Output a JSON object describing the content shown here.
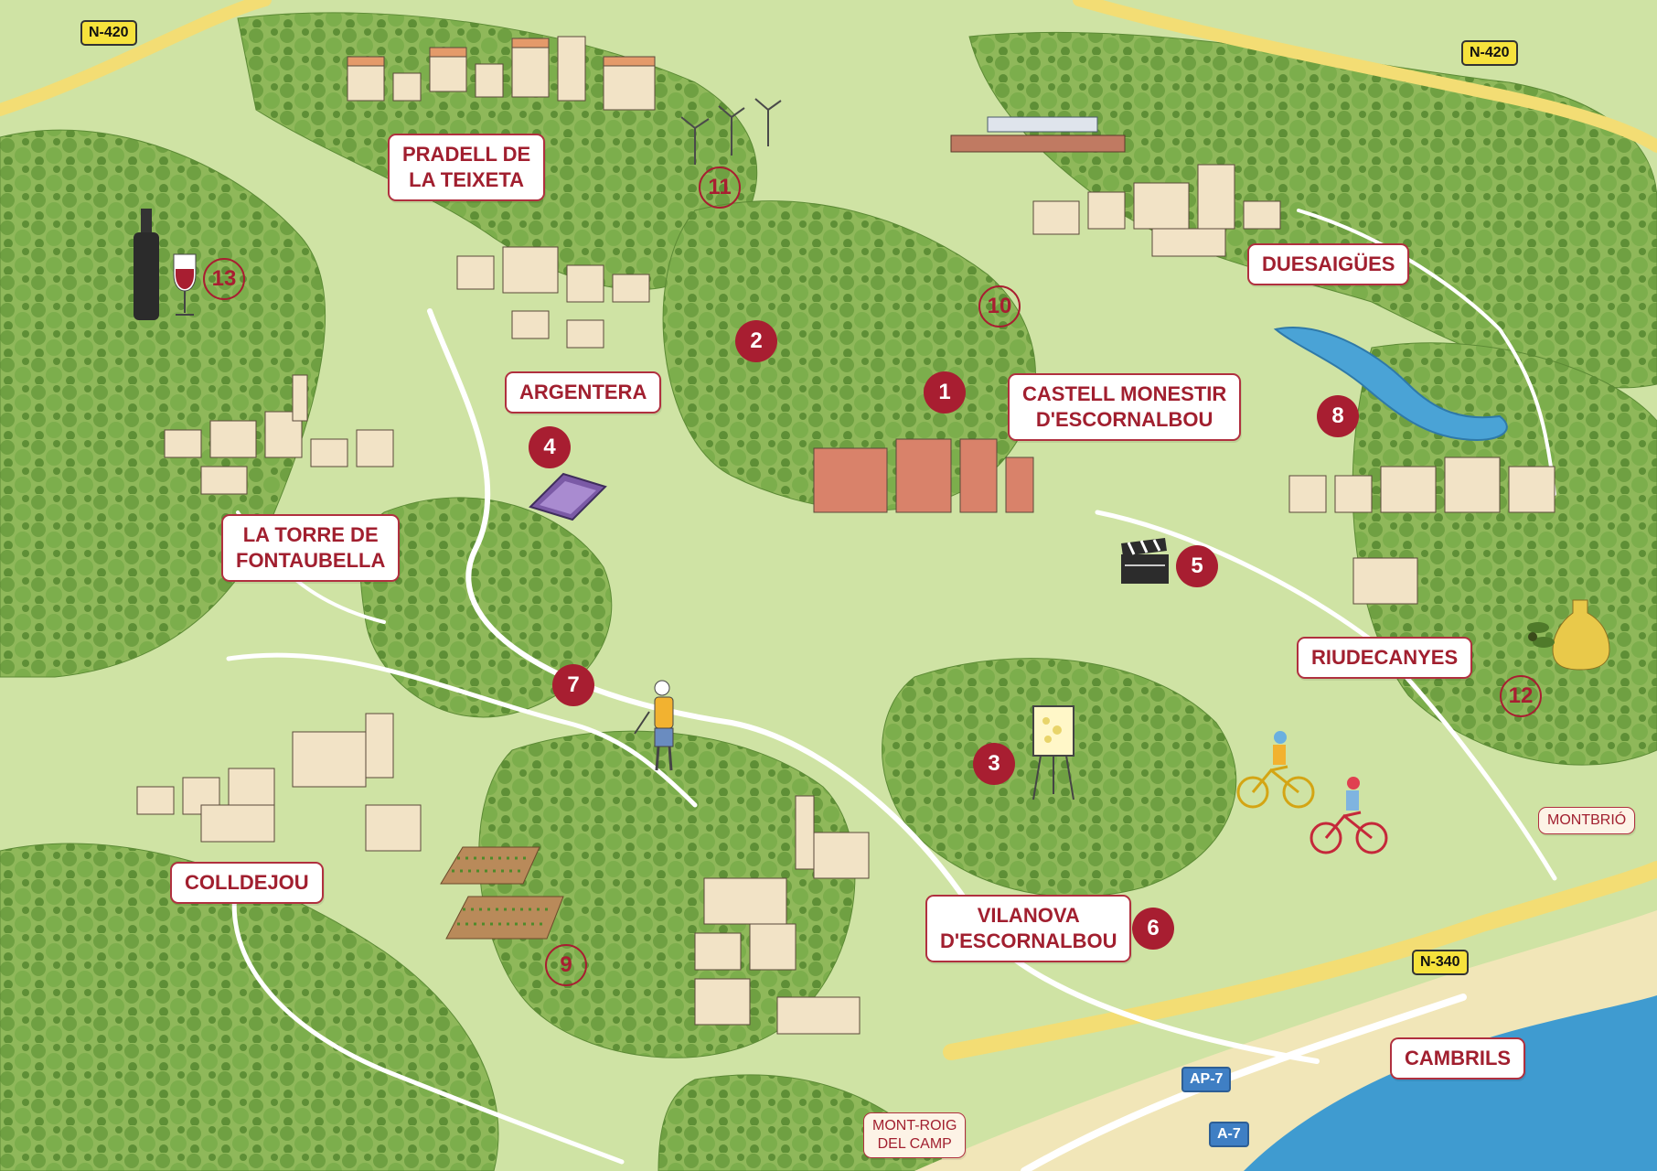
{
  "colors": {
    "land": "#cfe3a4",
    "forest": "#8fb85a",
    "tree": "#6fa042",
    "road_primary": "#f3dd74",
    "road_secondary": "#ffffff",
    "sea": "#3f9bd0",
    "beach": "#f1e6b8",
    "accent": "#a81e31"
  },
  "roads": {
    "n420_west": "N-420",
    "n420_east": "N-420",
    "n340": "N-340",
    "ap7": "AP-7",
    "a7": "A-7"
  },
  "towns": {
    "pradell": {
      "line1": "PRADELL DE",
      "line2": "LA TEIXETA"
    },
    "argentera": "ARGENTERA",
    "castell": {
      "line1": "CASTELL MONESTIR",
      "line2": "D'ESCORNALBOU"
    },
    "duesaigues": "DUESAIGÜES",
    "torre": {
      "line1": "LA TORRE DE",
      "line2": "FONTAUBELLA"
    },
    "riudecanyes": "RIUDECANYES",
    "colldejou": "COLLDEJOU",
    "vilanova": {
      "line1": "VILANOVA",
      "line2": "D'ESCORNALBOU"
    },
    "montbrio": "MONTBRIÓ",
    "cambrils": "CAMBRILS",
    "montroig": {
      "line1": "MONT-ROIG",
      "line2": "DEL CAMP"
    }
  },
  "points_of_interest": [
    {
      "number": "1",
      "icon": "castle-icon"
    },
    {
      "number": "2",
      "icon": "ruins-icon"
    },
    {
      "number": "3",
      "icon": "easel-icon"
    },
    {
      "number": "4",
      "icon": "book-icon"
    },
    {
      "number": "5",
      "icon": "clapperboard-icon"
    },
    {
      "number": "6",
      "icon": "cyclist-icon"
    },
    {
      "number": "7",
      "icon": "hiker-icon"
    },
    {
      "number": "8",
      "icon": "reservoir-icon"
    },
    {
      "number": "9",
      "icon": "vegetable-garden-icon"
    },
    {
      "number": "10",
      "icon": "viaduct-icon"
    },
    {
      "number": "11",
      "icon": "wind-turbine-icon"
    },
    {
      "number": "12",
      "icon": "olive-oil-icon"
    },
    {
      "number": "13",
      "icon": "wine-icon"
    }
  ]
}
